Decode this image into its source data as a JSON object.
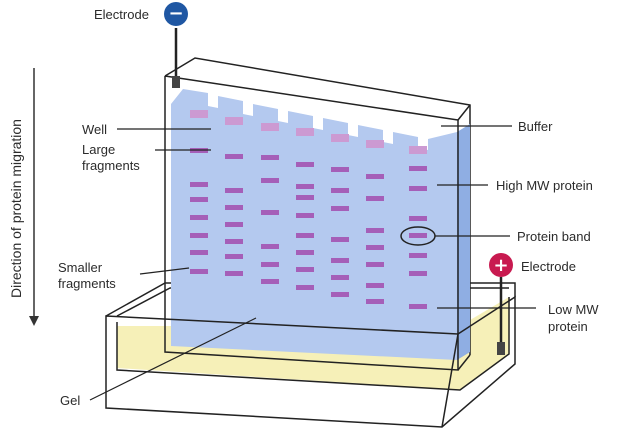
{
  "direction_label": "Direction of protein migration",
  "labels": {
    "electrode_top": "Electrode",
    "electrode_right": "Electrode",
    "well": "Well",
    "large_fragments_1": "Large",
    "large_fragments_2": "fragments",
    "smaller_fragments_1": "Smaller",
    "smaller_fragments_2": "fragments",
    "gel": "Gel",
    "buffer": "Buffer",
    "high_mw": "High MW protein",
    "protein_band": "Protein band",
    "low_mw_1": "Low MW",
    "low_mw_2": "protein"
  },
  "icons": {
    "negative_electrode": "minus-icon",
    "positive_electrode": "plus-icon"
  },
  "signs": {
    "negative": "−",
    "positive": "+"
  },
  "colors": {
    "gel": "#b4c9ef",
    "gel_dark": "#8faee3",
    "band": "#a55fb8",
    "well_band": "#cc9ad2",
    "buffer": "#f6f0b8",
    "negative": "#1f57a3",
    "positive": "#c81a50"
  }
}
